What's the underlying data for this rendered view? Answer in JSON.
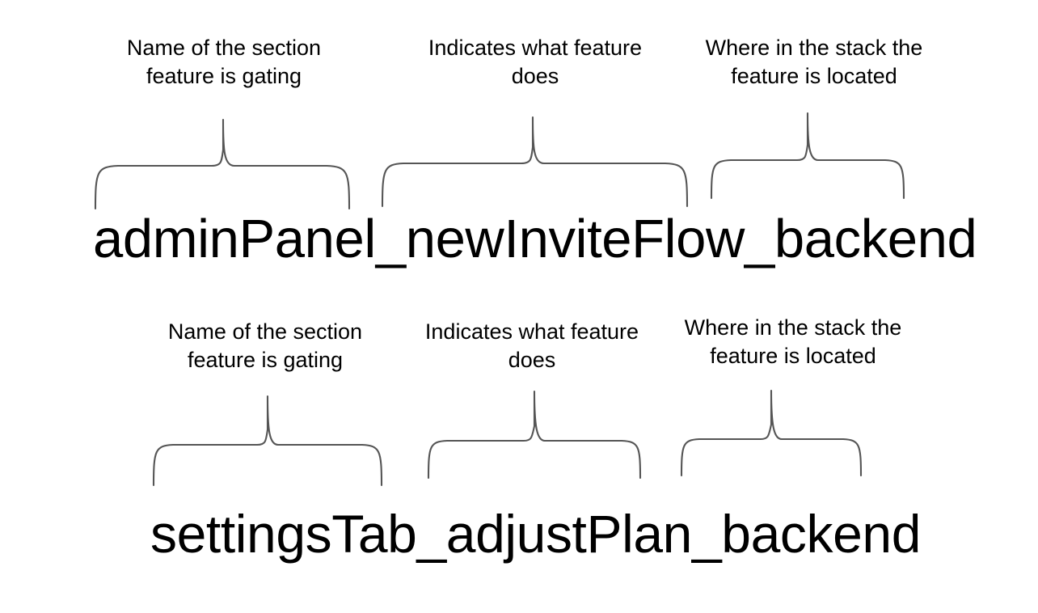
{
  "page": {
    "background_color": "#ffffff",
    "text_color": "#000000",
    "brace_color": "#555555"
  },
  "rows": [
    {
      "flag_string": "adminPanel_newInviteFlow_backend",
      "segments": [
        {
          "token": "adminPanel",
          "caption": "Name of the section\nfeature is gating"
        },
        {
          "token": "newInviteFlow",
          "caption": "Indicates what feature\ndoes"
        },
        {
          "token": "backend",
          "caption": "Where in the stack the\nfeature is located"
        }
      ]
    },
    {
      "flag_string": "settingsTab_adjustPlan_backend",
      "segments": [
        {
          "token": "settingsTab",
          "caption": "Name of the section\nfeature is gating"
        },
        {
          "token": "adjustPlan",
          "caption": "Indicates what feature\ndoes"
        },
        {
          "token": "backend",
          "caption": "Where in the stack the\nfeature is located"
        }
      ]
    }
  ]
}
